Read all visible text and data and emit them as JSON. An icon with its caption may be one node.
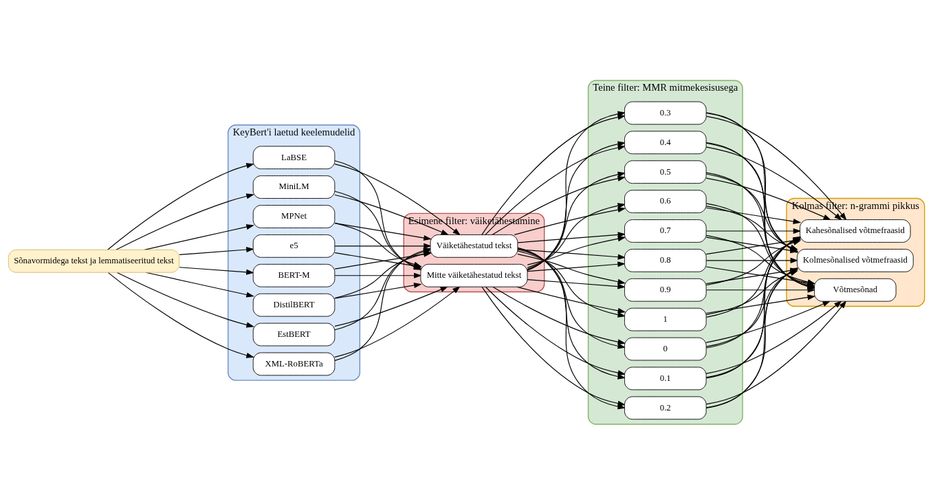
{
  "diagram": {
    "nodes": [
      {
        "text": [
          "Sõnavormidega tekst ja lemmatiseeritud tekst"
        ]
      },
      {
        "text": [
          "KeyBert'i laetud keelemudelid"
        ]
      },
      {
        "text": [
          "BERT-M"
        ],
        "in": 1
      },
      {
        "text": [
          "DistilBERT"
        ],
        "in": 1
      },
      {
        "text": [
          "EstBERT"
        ],
        "in": 1
      },
      {
        "text": [
          "XML-RoBERTa"
        ],
        "in": 1
      },
      {
        "text": [
          "LaBSE"
        ],
        "in": 1
      },
      {
        "text": [
          "MiniLM"
        ],
        "in": 1
      },
      {
        "text": [
          "MPNet"
        ],
        "in": 1
      },
      {
        "text": [
          "e5"
        ],
        "in": 1
      },
      {
        "text": [
          "Esimene filter: väiketähestamine"
        ]
      },
      {
        "text": [
          "Väiketähestatud tekst"
        ],
        "in": 10
      },
      {
        "text": [
          "Mitte väiketähestatud tekst"
        ],
        "in": 10
      },
      {
        "text": [
          "Teine filter: MMR mitmekesisusega"
        ]
      },
      {
        "text": [
          "0"
        ],
        "in": 13
      },
      {
        "text": [
          "0.1"
        ],
        "in": 13
      },
      {
        "text": [
          "0.2"
        ],
        "in": 13
      },
      {
        "text": [
          "0.3"
        ],
        "in": 13
      },
      {
        "text": [
          "0.4"
        ],
        "in": 13
      },
      {
        "text": [
          "0.5"
        ],
        "in": 13
      },
      {
        "text": [
          "0.6"
        ],
        "in": 13
      },
      {
        "text": [
          "0.7"
        ],
        "in": 13
      },
      {
        "text": [
          "0.8"
        ],
        "in": 13
      },
      {
        "text": [
          "0.9"
        ],
        "in": 13
      },
      {
        "text": [
          "1"
        ],
        "in": 13
      },
      {
        "text": [
          "Kolmas filter: n-grammi pikkus"
        ]
      },
      {
        "text": [
          "Võtmesõnad"
        ],
        "in": 25
      },
      {
        "text": [
          "Kahesõnalised võtmefraasid"
        ],
        "in": 25
      },
      {
        "text": [
          "Kolmesõnalised võtmefraasid"
        ],
        "in": 25
      }
    ],
    "edges": [
      {
        "from": 0,
        "to": 2,
        "arrow": "to"
      },
      {
        "from": 0,
        "to": 3,
        "arrow": "to"
      },
      {
        "from": 0,
        "to": 4,
        "arrow": "to"
      },
      {
        "from": 0,
        "to": 5,
        "arrow": "to"
      },
      {
        "from": 0,
        "to": 6,
        "arrow": "to"
      },
      {
        "from": 0,
        "to": 7,
        "arrow": "to"
      },
      {
        "from": 0,
        "to": 8,
        "arrow": "to"
      },
      {
        "from": 0,
        "to": 9,
        "arrow": "to"
      },
      {
        "from": 2,
        "to": 11,
        "arrow": "to"
      },
      {
        "from": 3,
        "to": 11,
        "arrow": "to"
      },
      {
        "from": 4,
        "to": 11,
        "arrow": "to"
      },
      {
        "from": 5,
        "to": 11,
        "arrow": "to"
      },
      {
        "from": 6,
        "to": 11,
        "arrow": "to"
      },
      {
        "from": 7,
        "to": 11,
        "arrow": "to"
      },
      {
        "from": 8,
        "to": 11,
        "arrow": "to"
      },
      {
        "from": 9,
        "to": 11,
        "arrow": "to"
      },
      {
        "from": 2,
        "to": 12,
        "arrow": "to"
      },
      {
        "from": 3,
        "to": 12,
        "arrow": "to"
      },
      {
        "from": 4,
        "to": 12,
        "arrow": "to"
      },
      {
        "from": 5,
        "to": 12,
        "arrow": "to"
      },
      {
        "from": 6,
        "to": 12,
        "arrow": "to"
      },
      {
        "from": 7,
        "to": 12,
        "arrow": "to"
      },
      {
        "from": 8,
        "to": 12,
        "arrow": "to"
      },
      {
        "from": 9,
        "to": 12,
        "arrow": "to"
      },
      {
        "from": 11,
        "to": 14,
        "arrow": "to"
      },
      {
        "from": 11,
        "to": 15,
        "arrow": "to"
      },
      {
        "from": 11,
        "to": 16,
        "arrow": "to"
      },
      {
        "from": 11,
        "to": 17,
        "arrow": "to"
      },
      {
        "from": 11,
        "to": 18,
        "arrow": "to"
      },
      {
        "from": 11,
        "to": 19,
        "arrow": "to"
      },
      {
        "from": 11,
        "to": 20,
        "arrow": "to"
      },
      {
        "from": 11,
        "to": 21,
        "arrow": "to"
      },
      {
        "from": 11,
        "to": 22,
        "arrow": "to"
      },
      {
        "from": 11,
        "to": 23,
        "arrow": "to"
      },
      {
        "from": 11,
        "to": 24,
        "arrow": "to"
      },
      {
        "from": 12,
        "to": 14,
        "arrow": "to"
      },
      {
        "from": 12,
        "to": 15,
        "arrow": "to"
      },
      {
        "from": 12,
        "to": 16,
        "arrow": "to"
      },
      {
        "from": 12,
        "to": 17,
        "arrow": "to"
      },
      {
        "from": 12,
        "to": 18,
        "arrow": "to"
      },
      {
        "from": 12,
        "to": 19,
        "arrow": "to"
      },
      {
        "from": 12,
        "to": 20,
        "arrow": "to"
      },
      {
        "from": 12,
        "to": 21,
        "arrow": "to"
      },
      {
        "from": 12,
        "to": 22,
        "arrow": "to"
      },
      {
        "from": 12,
        "to": 23,
        "arrow": "to"
      },
      {
        "from": 12,
        "to": 24,
        "arrow": "to"
      },
      {
        "from": 14,
        "to": 26,
        "arrow": "to"
      },
      {
        "from": 15,
        "to": 26,
        "arrow": "to"
      },
      {
        "from": 16,
        "to": 26,
        "arrow": "to"
      },
      {
        "from": 17,
        "to": 26,
        "arrow": "to"
      },
      {
        "from": 18,
        "to": 26,
        "arrow": "to"
      },
      {
        "from": 19,
        "to": 26,
        "arrow": "to"
      },
      {
        "from": 20,
        "to": 26,
        "arrow": "to"
      },
      {
        "from": 21,
        "to": 26,
        "arrow": "to"
      },
      {
        "from": 22,
        "to": 26,
        "arrow": "to"
      },
      {
        "from": 23,
        "to": 26,
        "arrow": "to"
      },
      {
        "from": 24,
        "to": 26,
        "arrow": "to"
      },
      {
        "from": 14,
        "to": 27,
        "arrow": "to"
      },
      {
        "from": 15,
        "to": 27,
        "arrow": "to"
      },
      {
        "from": 16,
        "to": 27,
        "arrow": "to"
      },
      {
        "from": 17,
        "to": 27,
        "arrow": "to"
      },
      {
        "from": 18,
        "to": 27,
        "arrow": "to"
      },
      {
        "from": 19,
        "to": 27,
        "arrow": "to"
      },
      {
        "from": 20,
        "to": 27,
        "arrow": "to"
      },
      {
        "from": 21,
        "to": 27,
        "arrow": "to"
      },
      {
        "from": 22,
        "to": 27,
        "arrow": "to"
      },
      {
        "from": 23,
        "to": 27,
        "arrow": "to"
      },
      {
        "from": 24,
        "to": 27,
        "arrow": "to"
      },
      {
        "from": 14,
        "to": 28,
        "arrow": "to"
      },
      {
        "from": 15,
        "to": 28,
        "arrow": "to"
      },
      {
        "from": 16,
        "to": 28,
        "arrow": "to"
      },
      {
        "from": 17,
        "to": 28,
        "arrow": "to"
      },
      {
        "from": 18,
        "to": 28,
        "arrow": "to"
      },
      {
        "from": 19,
        "to": 28,
        "arrow": "to"
      },
      {
        "from": 20,
        "to": 28,
        "arrow": "to"
      },
      {
        "from": 21,
        "to": 28,
        "arrow": "to"
      },
      {
        "from": 22,
        "to": 28,
        "arrow": "to"
      },
      {
        "from": 23,
        "to": 28,
        "arrow": "to"
      },
      {
        "from": 24,
        "to": 28,
        "arrow": "to"
      }
    ]
  }
}
